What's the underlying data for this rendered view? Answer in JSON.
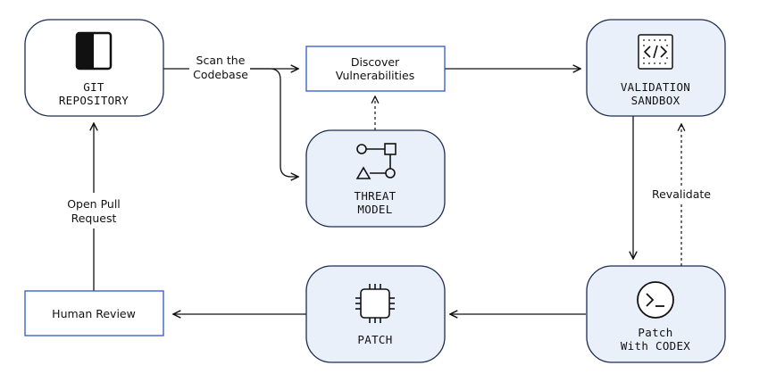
{
  "nodes": {
    "git_repository": {
      "line1": "GIT",
      "line2": "REPOSITORY",
      "icon": "split-square-icon"
    },
    "discover_vulnerabilities": {
      "line1": "Discover",
      "line2": "Vulnerabilities"
    },
    "threat_model": {
      "line1": "THREAT",
      "line2": "MODEL",
      "icon": "threat-graph-icon"
    },
    "validation_sandbox": {
      "line1": "VALIDATION",
      "line2": "SANDBOX",
      "icon": "code-sandbox-icon"
    },
    "patch_with_codex": {
      "line1": "Patch",
      "line2": "With CODEX",
      "icon": "terminal-prompt-icon"
    },
    "patch": {
      "line1": "PATCH",
      "icon": "chip-icon"
    },
    "human_review": {
      "line1": "Human Review"
    }
  },
  "edges": {
    "scan_codebase": {
      "line1": "Scan the",
      "line2": "Codebase"
    },
    "open_pull_request": {
      "line1": "Open Pull",
      "line2": "Request"
    },
    "revalidate": {
      "line1": "Revalidate"
    }
  },
  "colors": {
    "node_fill": "#eaf0fa",
    "node_stroke": "#1c2c52",
    "box_stroke": "#2e56c6",
    "line": "#111111"
  }
}
